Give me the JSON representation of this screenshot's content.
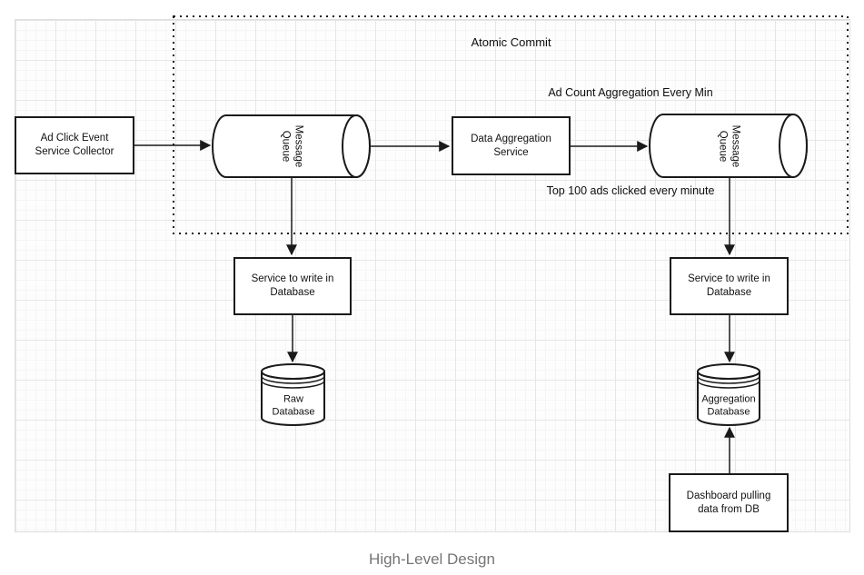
{
  "caption": "High-Level Design",
  "colors": {
    "stroke": "#1a1a1a",
    "node_fill": "#ffffff",
    "canvas_bg": "#fdfdfd",
    "grid_minor": "#f5f5f5",
    "grid_major": "#e6e6e6",
    "caption_text": "#757575"
  },
  "diagram": {
    "group_label": "Atomic Commit",
    "annotations": {
      "ad_count_aggregation": "Ad Count Aggregation Every Min",
      "top_100_ads": "Top 100 ads clicked every minute"
    },
    "nodes": {
      "collector": "Ad Click Event Service Collector",
      "message_queue_1": "Message Queue",
      "data_aggregation_service": "Data Aggregation Service",
      "message_queue_2": "Message Queue",
      "db_writer_left": "Service to write in Database",
      "db_writer_right": "Service to write in Database",
      "raw_database": "Raw Database",
      "aggregation_database": "Aggregation Database",
      "dashboard": "Dashboard pulling data from DB"
    }
  }
}
